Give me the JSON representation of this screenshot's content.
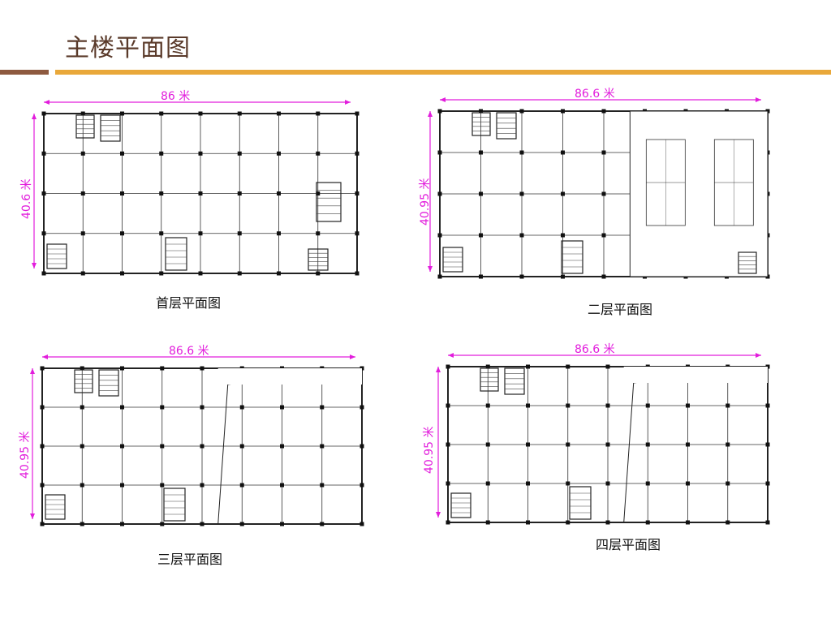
{
  "title": "主楼平面图",
  "colors": {
    "accent": "#e9a83a",
    "accent_dark": "#8e5a3f",
    "dimension": "#e21ddc",
    "title": "#5a3a2a"
  },
  "plans": [
    {
      "caption": "首层平面图",
      "width_label": "86 米",
      "height_label": "40.6 米"
    },
    {
      "caption": "二层平面图",
      "width_label": "86.6 米",
      "height_label": "40.95 米"
    },
    {
      "caption": "三层平面图",
      "width_label": "86.6 米",
      "height_label": "40.95 米"
    },
    {
      "caption": "四层平面图",
      "width_label": "86.6 米",
      "height_label": "40.95 米"
    }
  ]
}
